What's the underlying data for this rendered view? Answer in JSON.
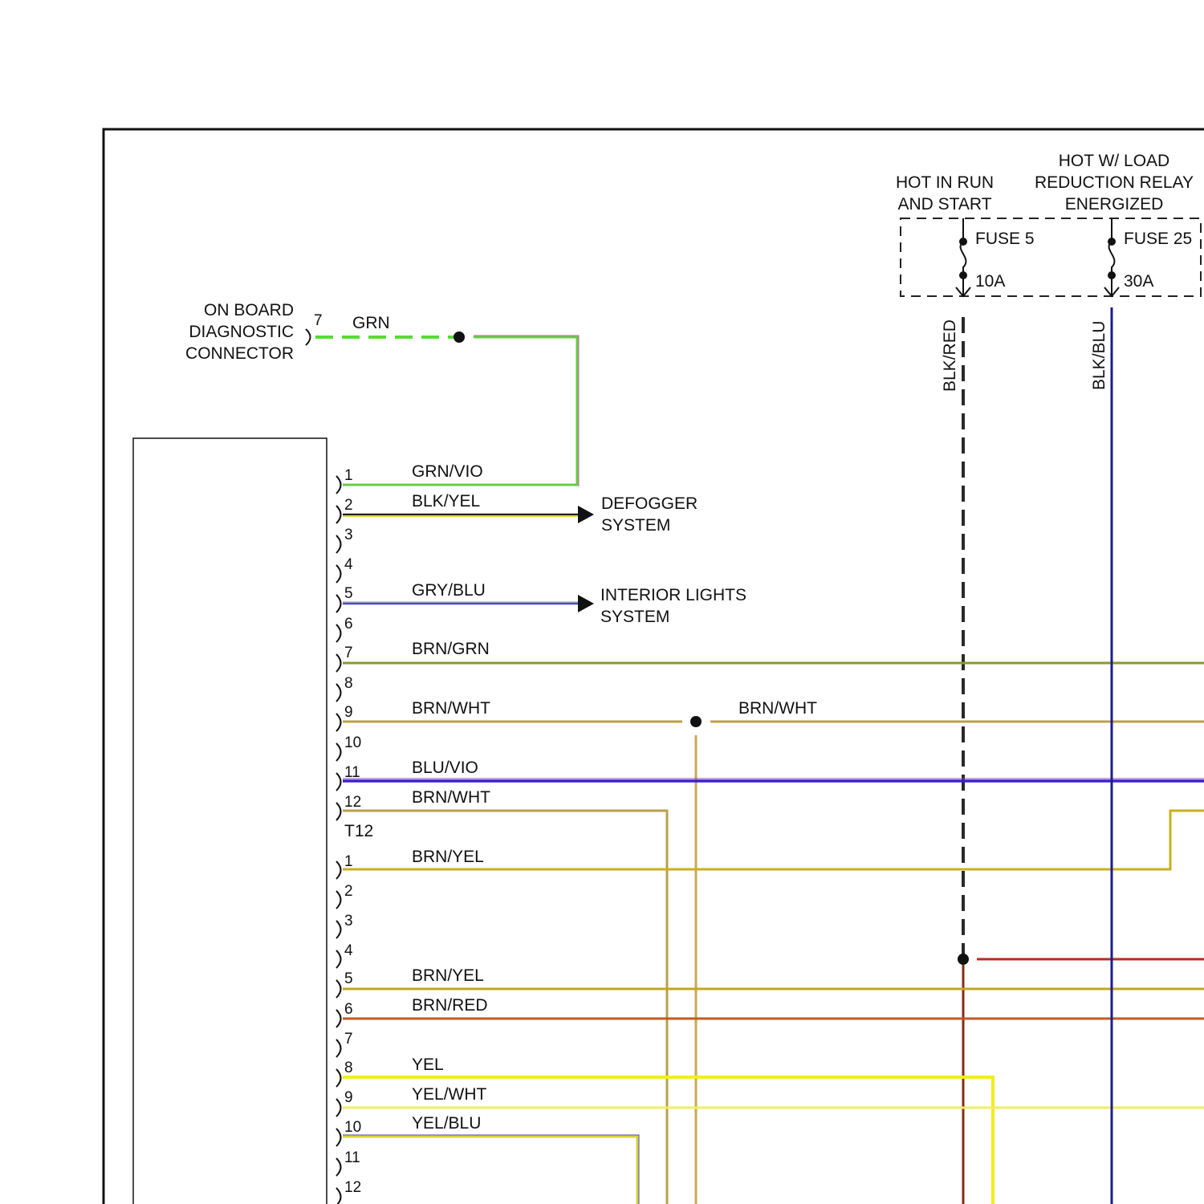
{
  "power": {
    "hot_in_run": [
      "HOT IN RUN",
      "AND START"
    ],
    "hot_w_load": [
      "HOT W/ LOAD",
      "REDUCTION RELAY",
      "ENERGIZED"
    ],
    "fuse5": {
      "name": "FUSE 5",
      "rating": "10A",
      "wire": "BLK/RED",
      "wire_color": "#222222"
    },
    "fuse25": {
      "name": "FUSE 25",
      "rating": "30A",
      "wire": "BLK/BLU",
      "wire_color": "#1c1c8c"
    }
  },
  "obd": {
    "label": [
      "ON BOARD",
      "DIAGNOSTIC",
      "CONNECTOR"
    ],
    "pin": "7",
    "wire": "GRN",
    "wire_color": "#55dd33"
  },
  "connector_a": {
    "pins": [
      "1",
      "2",
      "3",
      "4",
      "5",
      "6",
      "7",
      "8",
      "9",
      "10",
      "11",
      "12"
    ],
    "wires": [
      {
        "pin": "1",
        "label": "GRN/VIO"
      },
      {
        "pin": "2",
        "label": "BLK/YEL"
      },
      {
        "pin": "5",
        "label": "GRY/BLU"
      },
      {
        "pin": "7",
        "label": "BRN/GRN"
      },
      {
        "pin": "9",
        "label": "BRN/WHT"
      },
      {
        "pin": "11",
        "label": "BLU/VIO"
      },
      {
        "pin": "12",
        "label": "BRN/WHT"
      }
    ],
    "splice_label": "BRN/WHT"
  },
  "connector_b": {
    "name": "T12",
    "pins": [
      "1",
      "2",
      "3",
      "4",
      "5",
      "6",
      "7",
      "8",
      "9",
      "10",
      "11",
      "12"
    ],
    "wires": [
      {
        "pin": "1",
        "label": "BRN/YEL"
      },
      {
        "pin": "5",
        "label": "BRN/YEL"
      },
      {
        "pin": "6",
        "label": "BRN/RED"
      },
      {
        "pin": "8",
        "label": "YEL"
      },
      {
        "pin": "9",
        "label": "YEL/WHT"
      },
      {
        "pin": "10",
        "label": "YEL/BLU"
      }
    ]
  },
  "destinations": {
    "defogger": [
      "DEFOGGER",
      "SYSTEM"
    ],
    "interior": [
      "INTERIOR LIGHTS",
      "SYSTEM"
    ]
  },
  "colors": {
    "frame": "#111111",
    "grn_vio": "#66cc44",
    "blk_yel": "#222222",
    "gry_blu": "#4a4acc",
    "brn_grn": "#8a9a2a",
    "brn_wht": "#b8a04a",
    "blu_vio": "#3a20cc",
    "brn_yel": "#c8b020",
    "brn_red": "#c05a20",
    "yel": "#f0ee20",
    "yel_wht": "#f0ee60",
    "yel_blu": "#d8d040",
    "red": "#b03020"
  }
}
